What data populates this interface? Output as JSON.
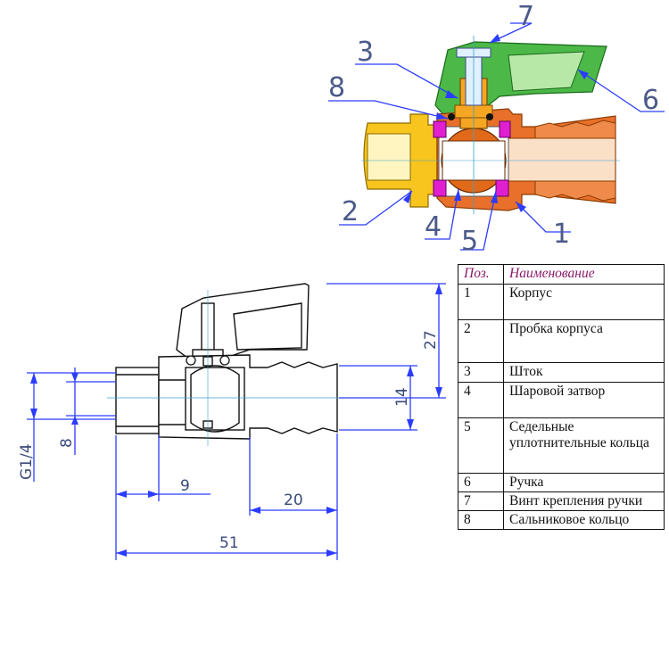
{
  "callouts": [
    "1",
    "2",
    "3",
    "4",
    "5",
    "6",
    "7",
    "8"
  ],
  "dimensions": {
    "thread": "G1/4",
    "d8": "8",
    "h27": "27",
    "d14": "14",
    "l9": "9",
    "l20": "20",
    "l51": "51"
  },
  "table": {
    "headers": [
      "Поз.",
      "Наименование"
    ],
    "rows": [
      {
        "pos": "1",
        "name": "Корпус"
      },
      {
        "pos": "2",
        "name": "Пробка корпуса"
      },
      {
        "pos": "3",
        "name": "Шток"
      },
      {
        "pos": "4",
        "name": "Шаровой затвор"
      },
      {
        "pos": "5",
        "name": "Седельные уплотнительные кольца"
      },
      {
        "pos": "6",
        "name": "Ручка"
      },
      {
        "pos": "7",
        "name": "Винт крепления ручки"
      },
      {
        "pos": "8",
        "name": "Сальниковое кольцо"
      }
    ]
  },
  "colors": {
    "body": "#e8702a",
    "plug": "#f7c51e",
    "stem": "#f5a623",
    "handle": "#4cb848",
    "seals": "#e020d0",
    "leaders": "#2b3cff",
    "callout_text": "#4c5a8a"
  }
}
